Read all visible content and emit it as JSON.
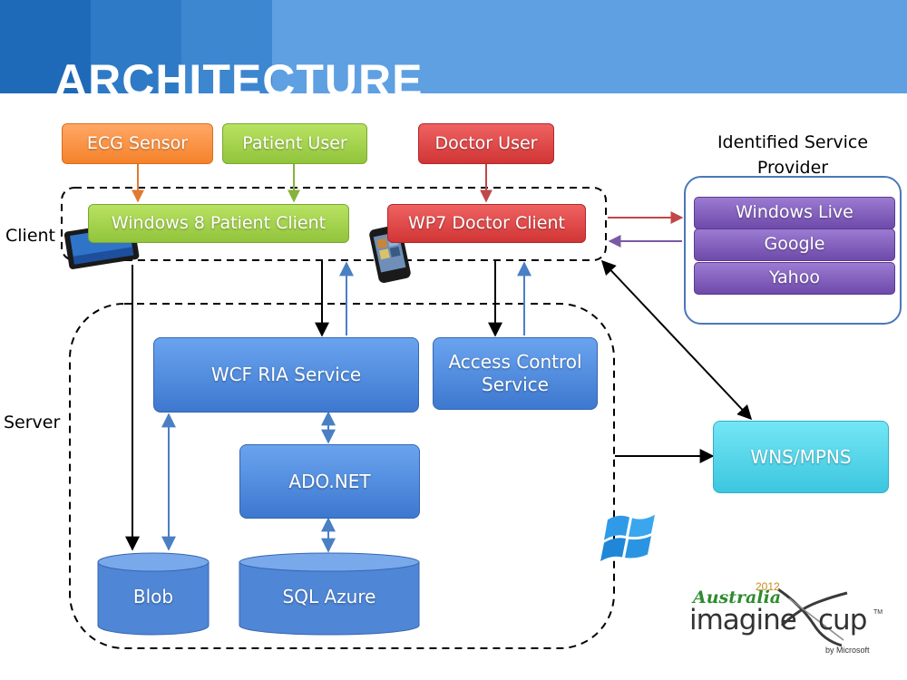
{
  "slide": {
    "title": "ARCHITECTURE"
  },
  "inputs": {
    "ecg_sensor": "ECG Sensor",
    "patient_user": "Patient User",
    "doctor_user": "Doctor User"
  },
  "client": {
    "label": "Client",
    "windows8_client": "Windows 8 Patient Client",
    "wp7_client": "WP7 Doctor Client"
  },
  "identity": {
    "title_line1": "Identified Service",
    "title_line2": "Provider",
    "providers": [
      "Windows Live",
      "Google",
      "Yahoo"
    ]
  },
  "server": {
    "label": "Server",
    "wcf": "WCF RIA Service",
    "acs_line1": "Access Control",
    "acs_line2": "Service",
    "ado": "ADO.NET",
    "blob": "Blob",
    "sql": "SQL Azure"
  },
  "push": {
    "wns": "WNS/MPNS"
  },
  "branding": {
    "country": "Australia",
    "year": "2012",
    "imagine": "imagine",
    "cup": "cup",
    "tm": "TM",
    "by": "by Microsoft"
  },
  "colors": {
    "header_left": "#1f6ab8",
    "header_mid": "#3d86d0",
    "header_right": "#5ea0e2",
    "accent_orange": "#f5822a",
    "accent_green": "#92c43c",
    "accent_red": "#d13535",
    "accent_blue": "#3d78cf",
    "accent_purple": "#6e4aaa",
    "accent_cyan": "#3cc6df"
  }
}
